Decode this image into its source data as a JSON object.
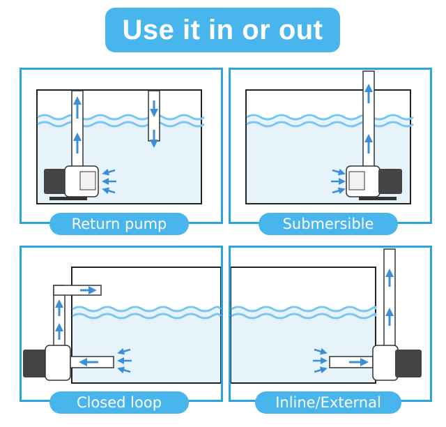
{
  "title": "Use it in or out",
  "panels": [
    {
      "label": "Return pump"
    },
    {
      "label": "Submersible"
    },
    {
      "label": "Closed loop"
    },
    {
      "label": "Inline/External"
    }
  ],
  "colors": {
    "accent": "#48b6ec",
    "border": "#2aa3de",
    "water": "#e6f3fb",
    "wave": "#79c6ee",
    "arrow": "#3c8fd6"
  }
}
